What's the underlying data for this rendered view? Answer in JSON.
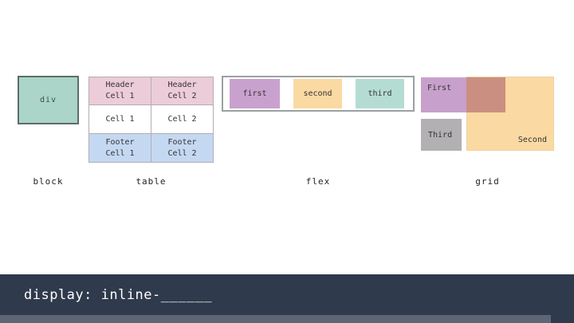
{
  "slide": {
    "code_caption": "display: inline-______",
    "footer_bar_color": "#2f3a4c",
    "footer_strip_color": "#5f6673"
  },
  "demos": {
    "block": {
      "label": "block",
      "box_text": "div",
      "box_color": "#aad5c8",
      "border_color": "#5d6d69"
    },
    "table": {
      "label": "table",
      "rows": [
        {
          "kind": "header",
          "color": "#ecccd9",
          "cells": [
            "Header Cell 1",
            "Header Cell 2"
          ]
        },
        {
          "kind": "body",
          "color": "#ffffff",
          "cells": [
            "Cell 1",
            "Cell 2"
          ]
        },
        {
          "kind": "footer",
          "color": "#c5d8f2",
          "cells": [
            "Footer Cell 1",
            "Footer Cell 2"
          ]
        }
      ],
      "border_color": "#b3adb3"
    },
    "flex": {
      "label": "flex",
      "container_border_color": "#9aa1a1",
      "items": [
        {
          "text": "first",
          "color": "#c9a1ce"
        },
        {
          "text": "second",
          "color": "#fbd9a2"
        },
        {
          "text": "third",
          "color": "#b5dcd3"
        }
      ]
    },
    "grid": {
      "label": "grid",
      "items": [
        {
          "text": "First",
          "color": "#c7a0cc"
        },
        {
          "text": "Second",
          "color": "#fbd9a2"
        },
        {
          "text": "Third",
          "color": "#b2b0b2"
        }
      ],
      "overlap_color": "#ca8f80"
    }
  }
}
